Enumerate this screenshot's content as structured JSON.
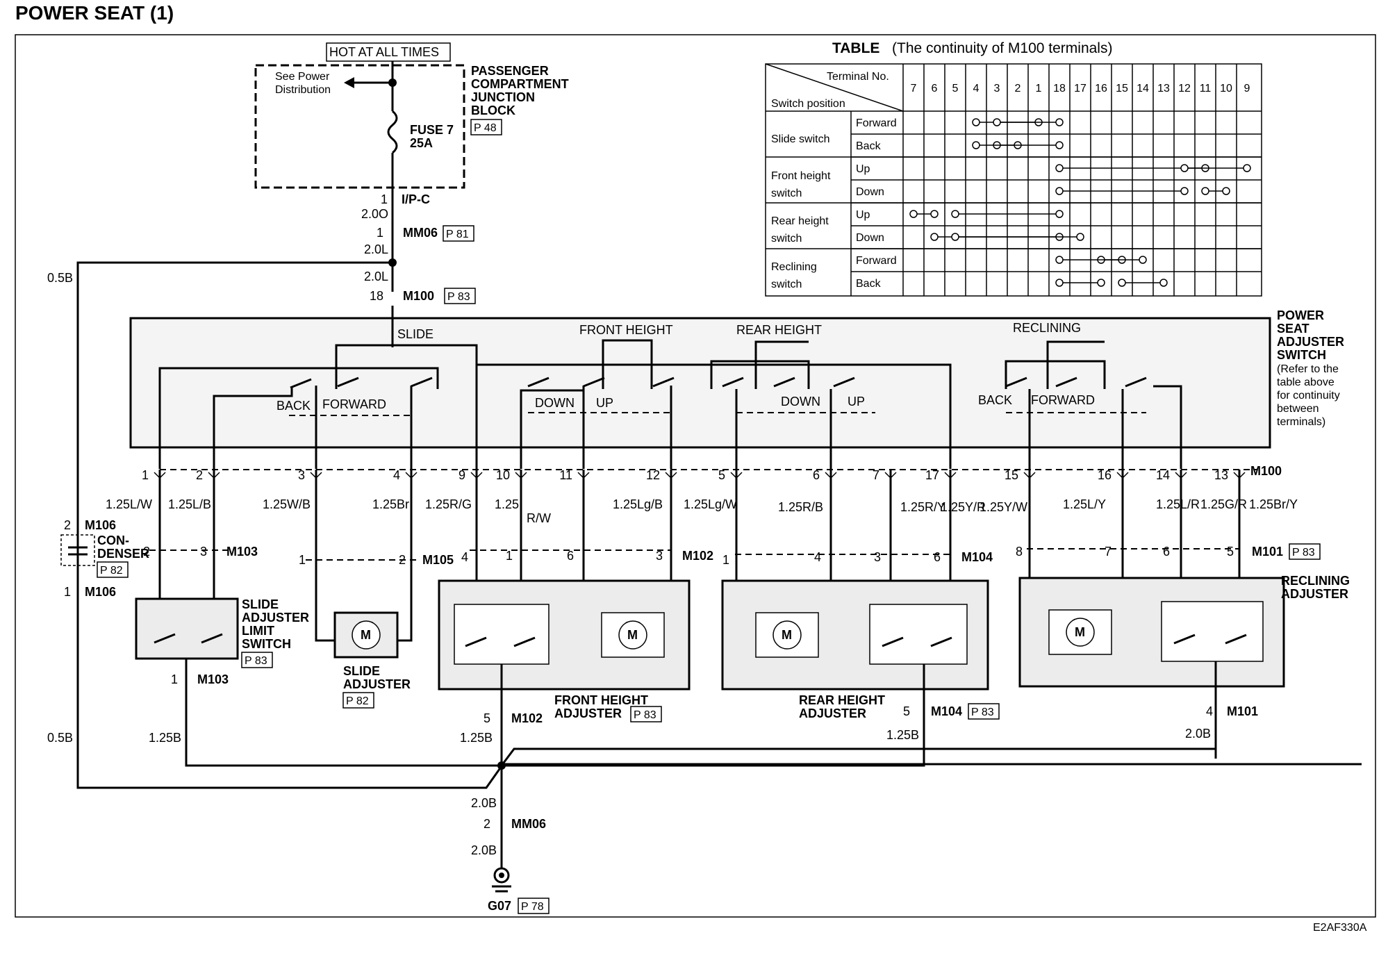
{
  "title": "POWER SEAT (1)",
  "doc_code": "E2AF330A",
  "power": {
    "hot_label": "HOT AT ALL TIMES",
    "see_dist_1": "See Power",
    "see_dist_2": "Distribution",
    "jb_1": "PASSENGER",
    "jb_2": "COMPARTMENT",
    "jb_3": "JUNCTION",
    "jb_4": "BLOCK",
    "jb_ref": "P 48",
    "fuse_1": "FUSE 7",
    "fuse_2": "25A",
    "ipc_pin": "1",
    "ipc": "I/P-C",
    "w_2_0o": "2.0O",
    "mm06_pin": "1",
    "mm06": "MM06",
    "mm06_ref": "P 81",
    "w_2_0l_a": "2.0L",
    "w_0_5b_a": "0.5B",
    "w_2_0l_b": "2.0L",
    "m100_pin": "18",
    "m100": "M100",
    "m100_ref": "P 83"
  },
  "table": {
    "title_bold": "TABLE",
    "title_rest": "(The continuity of M100 terminals)",
    "header_terminal": "Terminal No.",
    "header_switch": "Switch position",
    "terminals": [
      "7",
      "6",
      "5",
      "4",
      "3",
      "2",
      "1",
      "18",
      "17",
      "16",
      "15",
      "14",
      "13",
      "12",
      "11",
      "10",
      "9"
    ],
    "groups": [
      "Slide switch",
      "Front height",
      "switch",
      "Rear height",
      "switch",
      "Reclining",
      "switch"
    ],
    "positions": [
      "Forward",
      "Back",
      "Up",
      "Down",
      "Up",
      "Down",
      "Forward",
      "Back"
    ]
  },
  "switch": {
    "name_1": "POWER",
    "name_2": "SEAT",
    "name_3": "ADJUSTER",
    "name_4": "SWITCH",
    "note_1": "(Refer to the",
    "note_2": "table above",
    "note_3": "for continuity",
    "note_4": "between",
    "note_5": "terminals)",
    "slide": "SLIDE",
    "front_height": "FRONT HEIGHT",
    "rear_height": "REAR HEIGHT",
    "reclining": "RECLINING",
    "back_1": "BACK",
    "forward_1": "FORWARD",
    "down_1": "DOWN",
    "up_1": "UP",
    "down_2": "DOWN",
    "up_2": "UP",
    "back_2": "BACK",
    "forward_2": "FORWARD"
  },
  "m100_pins": [
    "1",
    "2",
    "3",
    "4",
    "9",
    "10",
    "11",
    "12",
    "5",
    "6",
    "7",
    "17",
    "15",
    "16",
    "14",
    "13"
  ],
  "m100_label": "M100",
  "wires": [
    "1.25L/W",
    "1.25L/B",
    "1.25W/B",
    "1.25Br",
    "1.25R/G",
    "1.25",
    "R/W",
    "1.25Lg/B",
    "1.25Lg/W",
    "1.25R/B",
    "1.25R/Y",
    "1.25Y/R",
    "1.25Y/W",
    "1.25L/Y",
    "1.25L/R",
    "1.25G/R",
    "1.25Br/Y"
  ],
  "lower_pins": {
    "m103_a": "2",
    "m103_b": "3",
    "m103": "M103",
    "m105_a": "1",
    "m105_b": "2",
    "m105": "M105",
    "m102_a": "4",
    "m102_b": "1",
    "m102_c": "6",
    "m102_d": "3",
    "m102": "M102",
    "m104_a": "1",
    "m104_b": "4",
    "m104_c": "3",
    "m104_d": "6",
    "m104": "M104",
    "m101_a": "8",
    "m101_b": "7",
    "m101_c": "6",
    "m101_d": "5",
    "m101": "M101",
    "m101_ref": "P 83"
  },
  "condenser": {
    "pin_top": "2",
    "m106_top": "M106",
    "name_1": "CON-",
    "name_2": "DENSER",
    "ref": "P 82",
    "pin_bot": "1",
    "m106_bot": "M106"
  },
  "components": {
    "slide_limit_1": "SLIDE",
    "slide_limit_2": "ADJUSTER",
    "slide_limit_3": "LIMIT",
    "slide_limit_4": "SWITCH",
    "slide_limit_ref": "P 83",
    "slide_adj_1": "SLIDE",
    "slide_adj_2": "ADJUSTER",
    "slide_adj_ref": "P 82",
    "front_adj_1": "FRONT HEIGHT",
    "front_adj_2": "ADJUSTER",
    "front_adj_ref": "P 83",
    "rear_adj_1": "REAR HEIGHT",
    "rear_adj_2": "ADJUSTER",
    "recl_adj_1": "RECLINING",
    "recl_adj_2": "ADJUSTER",
    "motor": "M"
  },
  "ground": {
    "m103_pin": "1",
    "m103": "M103",
    "m102_pin": "5",
    "m102": "M102",
    "m104_pin": "5",
    "m104": "M104",
    "m104_ref": "P 83",
    "m101_pin": "4",
    "m101": "M101",
    "w_0_5b": "0.5B",
    "w_125b_a": "1.25B",
    "w_125b_b": "1.25B",
    "w_125b_c": "1.25B",
    "w_20b_a": "2.0B",
    "mm06_pin": "2",
    "mm06": "MM06",
    "w_20b_b": "2.0B",
    "w_20b_c": "2.0B",
    "g07": "G07",
    "g07_ref": "P 78"
  }
}
